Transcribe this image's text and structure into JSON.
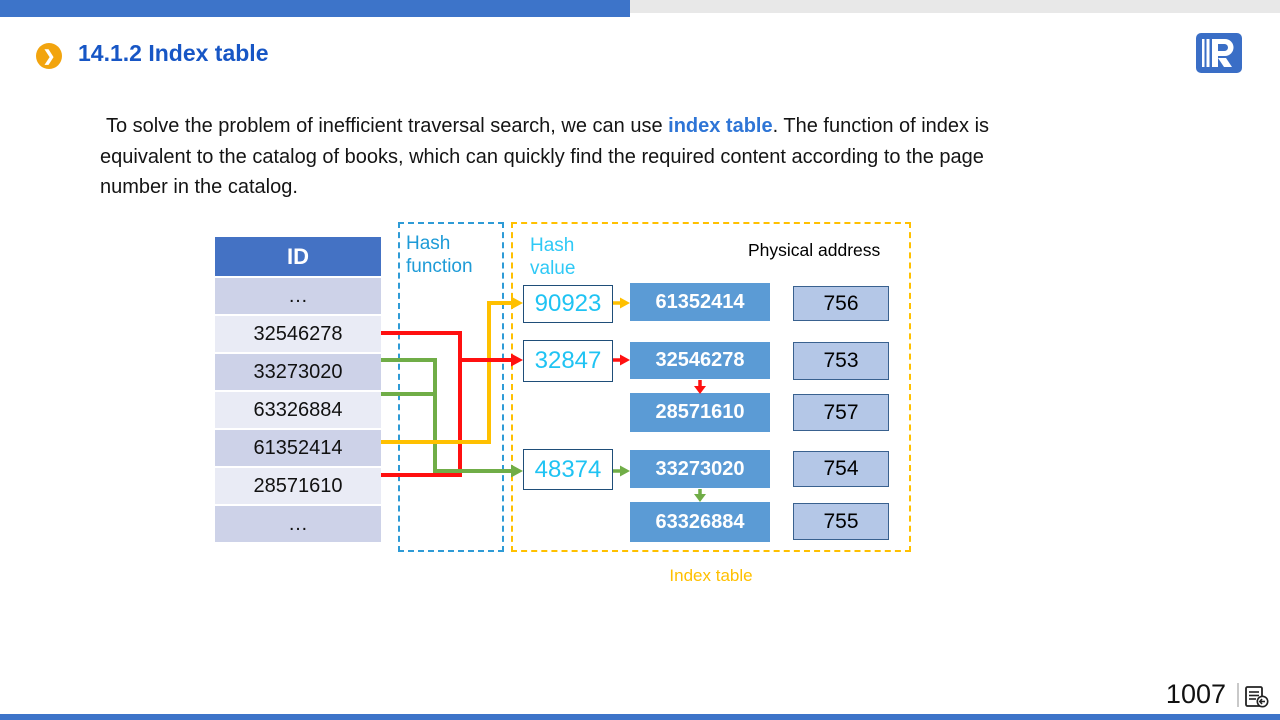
{
  "slide": {
    "title": "14.1.2 Index table",
    "bullet_glyph": "❯",
    "paragraph": {
      "pre": "To solve the problem of inefficient traversal search, we can use ",
      "highlight": "index table",
      "post": ". The function of index is equivalent to the catalog of books, which can quickly find the required content according to the page number in the catalog."
    },
    "page_number": "1007"
  },
  "id_table": {
    "header": "ID",
    "rows": [
      "…",
      "32546278",
      "33273020",
      "63326884",
      "61352414",
      "28571610",
      "…"
    ]
  },
  "diagram": {
    "hash_function_label": "Hash function",
    "hash_value_label": "Hash value",
    "physical_address_label": "Physical address",
    "index_table_caption": "Index table",
    "hash_values": [
      "90923",
      "32847",
      "48374"
    ],
    "records": [
      "61352414",
      "32546278",
      "28571610",
      "33273020",
      "63326884"
    ],
    "addresses": [
      "756",
      "753",
      "757",
      "754",
      "755"
    ]
  },
  "colors": {
    "top_bar_blue": "#3D74C9",
    "top_bar_gray": "#E8E8E8",
    "title_blue": "#1756C5",
    "highlight_blue": "#2E75D6",
    "table_header_blue": "#4472C4",
    "row_dark": "#CDD2E8",
    "row_light": "#E9EBF5",
    "record_blue": "#5B9BD5",
    "address_fill": "#B4C7E7",
    "hash_value_cyan": "#1FC3F3",
    "hash_function_label_blue": "#1E9BD7",
    "dashed_blue": "#2E9BD6",
    "dashed_orange": "#FFC000",
    "arrow_red": "#FF1010",
    "arrow_green": "#70AD47",
    "arrow_yellow": "#FFC000",
    "bullet_orange": "#F2A40E"
  }
}
